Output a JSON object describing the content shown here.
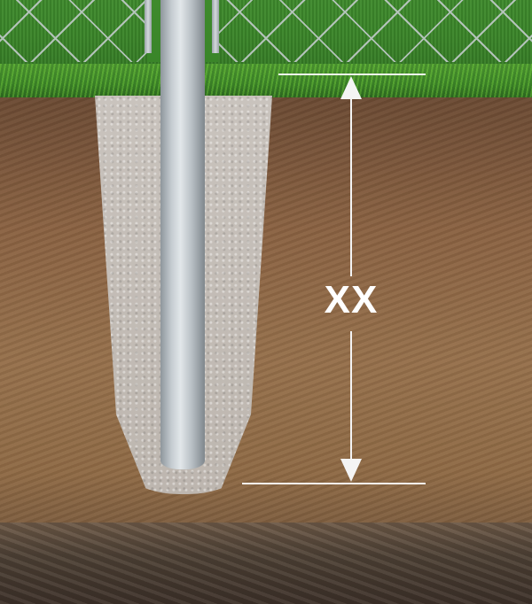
{
  "diagram": {
    "subject": "fence post set in concrete footing below grade",
    "layers": [
      "chain-link fence over grass",
      "grass surface",
      "brown topsoil",
      "concrete footing",
      "galvanized steel post",
      "dark subsoil"
    ],
    "dimension": {
      "label": "XX",
      "from": "ground surface",
      "to": "bottom of concrete footing",
      "color": "#f4f4f4"
    },
    "colors": {
      "grass": "#3f8c2a",
      "soil": "#8a6242",
      "subsoil": "#4f4236",
      "concrete": "#c4beb8",
      "post": "#c5ccd1"
    }
  }
}
